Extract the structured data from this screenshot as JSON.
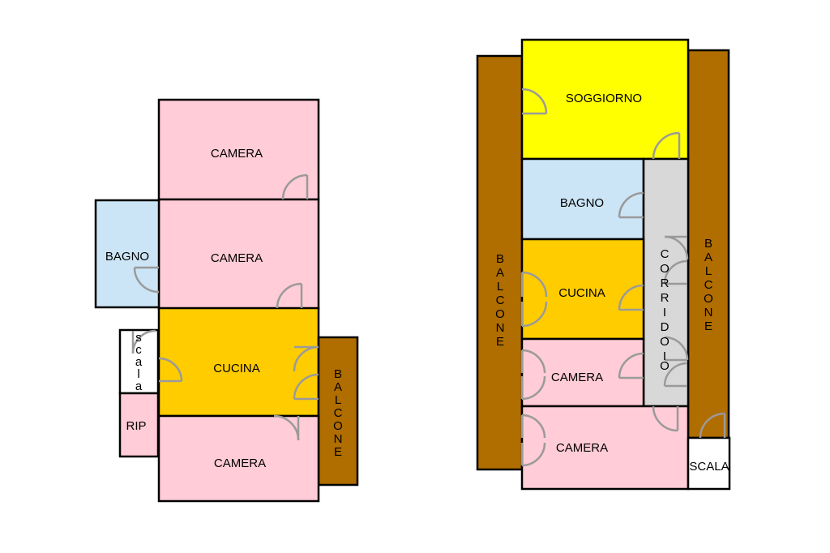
{
  "colors": {
    "camera": "#ffccd7",
    "bagno": "#cce5f6",
    "cucina": "#ffcc00",
    "balcone": "#b06d00",
    "soggiorno": "#ffff00",
    "corridoio": "#d8d8d8",
    "scala": "#ffffff",
    "rip": "#ffccd7",
    "walls": "#000000",
    "doors": "#9a9a9a"
  },
  "left_plan": {
    "camera_top": "CAMERA",
    "bagno": "BAGNO",
    "camera_middle": "CAMERA",
    "scala": [
      "s",
      "c",
      "a",
      "l",
      "a"
    ],
    "cucina": "CUCINA",
    "balcone": [
      "B",
      "A",
      "L",
      "C",
      "O",
      "N",
      "E"
    ],
    "rip": "RIP",
    "camera_bottom": "CAMERA"
  },
  "right_plan": {
    "soggiorno": "SOGGIORNO",
    "bagno": "BAGNO",
    "cucina": "CUCINA",
    "camera_1": "CAMERA",
    "camera_2": "CAMERA",
    "corridoio": [
      "C",
      "O",
      "R",
      "R",
      "I",
      "D",
      "O",
      "I",
      "O"
    ],
    "balcone_left": [
      "B",
      "A",
      "L",
      "C",
      "O",
      "N",
      "E"
    ],
    "balcone_right": [
      "B",
      "A",
      "L",
      "C",
      "O",
      "N",
      "E"
    ],
    "scala": "SCALA"
  }
}
